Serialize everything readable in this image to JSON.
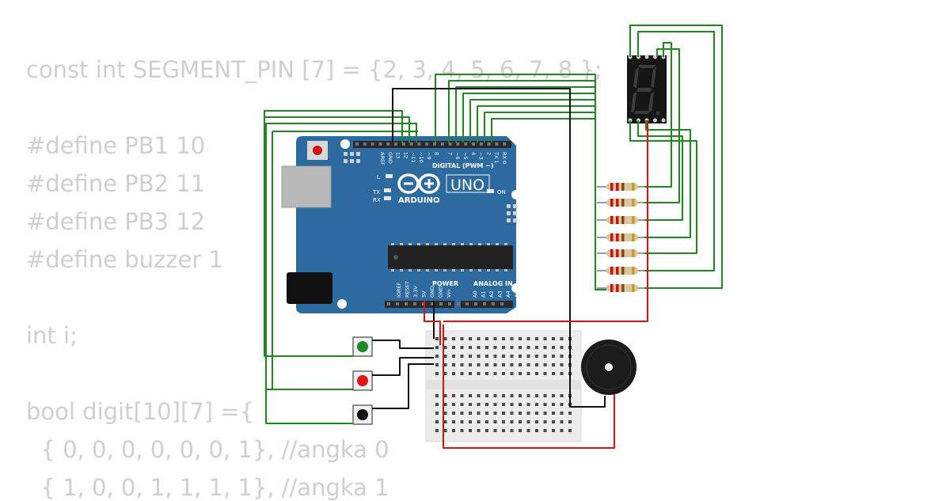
{
  "code_lines": [
    "const int SEGMENT_PIN [7] = {2, 3, 4, 5, 6, 7, 8 };",
    "",
    "#define PB1 10",
    "#define PB2 11",
    "#define PB3 12",
    "#define buzzer 1",
    "",
    "int i;",
    "",
    "bool digit[10][7] ={",
    "  { 0, 0, 0, 0, 0, 0, 1}, //angka 0",
    "  { 1, 0, 0, 1, 1, 1, 1}, //angka 1"
  ],
  "board": {
    "brand": "ARDUINO",
    "model": "UNO",
    "digital_header": "DIGITAL (PWM ~)",
    "power_header": "POWER",
    "analog_header": "ANALOG IN",
    "on_label": "ON",
    "l_label": "L",
    "tx_label": "TX",
    "rx_label": "RX",
    "top_pins": [
      "AREF",
      "GND",
      "13",
      "12",
      "~11",
      "~10",
      "~9",
      "8",
      "7",
      "~6",
      "~5",
      "4",
      "~3",
      "2",
      "TX 1",
      "RX 0"
    ],
    "power_pins": [
      "IOREF",
      "RESET",
      "3.3V",
      "5V",
      "GND",
      "GND",
      "Vin"
    ],
    "analog_pins": [
      "A0",
      "A1",
      "A2",
      "A3",
      "A4",
      "A5"
    ]
  },
  "display_digit": "8.",
  "colors": {
    "board": "#2c6aa0",
    "wire_green": "#1e8a1e",
    "wire_red": "#e01010",
    "wire_black": "#111111",
    "button_green": "#1c8a2a",
    "button_red": "#e01515",
    "button_black": "#111111"
  }
}
